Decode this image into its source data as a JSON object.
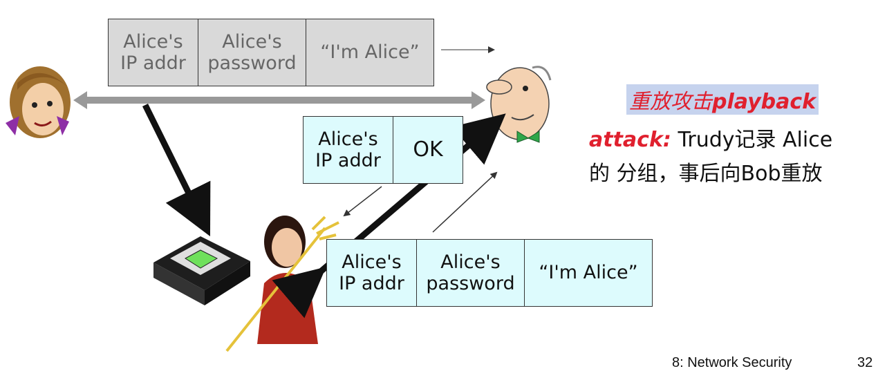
{
  "top_packet": {
    "cells": [
      "Alice's\nIP addr",
      "Alice's\npassword",
      "“I'm Alice”"
    ]
  },
  "ok_packet": {
    "cells": [
      "Alice's\nIP addr",
      "OK"
    ]
  },
  "replay_packet": {
    "cells": [
      "Alice's\nIP addr",
      "Alice's\npassword",
      "“I'm Alice”"
    ]
  },
  "caption": {
    "title_cn": "重放攻击",
    "title_en": "playback",
    "line2_red": "attack:",
    "line2_rest": " Trudy记录 Alice",
    "line3": "的 分组，事后向Bob重放"
  },
  "footer": {
    "section": "8: Network Security",
    "page": "32"
  },
  "colors": {
    "accent_red": "#e0202e",
    "packet_gray": "#d9d9d9",
    "packet_cyan": "#ddfbfd",
    "caption_highlight": "#c6d3ee"
  }
}
